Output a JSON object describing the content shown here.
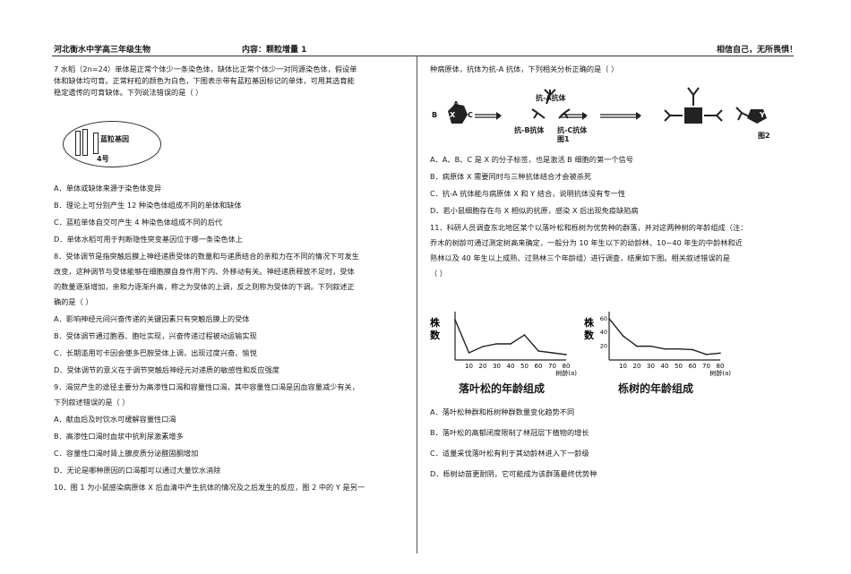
{
  "header": {
    "school": "河北衡水中学高三年级生物",
    "content": "内容：颗粒增量 1",
    "motto": "相信自己，无所畏惧！"
  },
  "left": {
    "q7": {
      "l1": "7  水稻（2n=24）单体是正常个体少一条染色体，缺体比正常个体少一对同源染色体，假设单",
      "l2": "体和缺体均可育。正常籽粒的颜色为白色，下图表示带有蓝粒基因标记的单体，可用其选育能",
      "l3": "稳定遗传的可育缺体。下列说法错误的是（        ）",
      "fig_gene": "蓝粒基因",
      "fig_num": "4号",
      "A": "A．单体或缺体来源于染色体变异",
      "B": "B．理论上可分别产生 12 种染色体组成不同的单体和缺体",
      "C": "C．蓝粒单体自交可产生 4 种染色体组成不同的后代",
      "D": "D．单体水稻可用于判断隐性突变基因位于哪一条染色体上"
    },
    "q8": {
      "l1": "8．受体调节是指突触后膜上神经递质受体的数量和与递质结合的亲和力在不同的情况下可发生",
      "l2": "改变，这种调节与受体能够在细胞膜自身作用下内、外移动有关。神经递质释放不足时，受体",
      "l3": "的数量逐渐增加，亲和力逐渐升高，称之为受体的上调，反之则称为受体的下调。下列叙述正",
      "l4": "确的是（        ）",
      "A": "A．影响神经元间兴奋传递的关键因素只有突触后膜上的受体",
      "B": "B．受体调节通过胞吞、胞吐实现，兴奋传递过程被动运输实现",
      "C": "C．长期滥用可卡因会使多巴胺受体上调，出现过度兴奋、愉悦",
      "D": "D．受体调节的意义在于调节突触后神经元对递质的敏感性和反应强度"
    },
    "q9": {
      "l1": "9．渴觉产生的途径主要分为高渗性口渴和容量性口渴，其中容量性口渴是因血容量减少有关，",
      "l2": "下列叙述错误的是（        ）",
      "A": "A．献血后及时饮水可缓解容量性口渴",
      "B": "B．高渗性口渴时血浆中抗利尿激素增多",
      "C": "C．容量性口渴时肾上腺皮质分泌醛固酮增加",
      "D": "D．无论是哪种原因的口渴都可以通过大量饮水消除"
    },
    "q10": {
      "l1": "10．图 1 为小鼠感染病原体 X 后血清中产生抗体的情况及之后发生的反应，图 2 中的 Y 是另一"
    }
  },
  "right": {
    "q10": {
      "l1": "种病原体，抗体为抗-A 抗体，下列相关分析正确的是（        ）",
      "fig_a": "A",
      "fig_b": "B",
      "fig_c": "C",
      "fig_x": "X",
      "fig_y": "Y",
      "anti_a": "抗-A抗体",
      "anti_b": "抗-B抗体",
      "anti_c": "抗-C抗体",
      "fig1": "图1",
      "fig2": "图2",
      "A": "A．A、B、C 是 X 的分子标签，也是激活 B 细胞的第一个信号",
      "B": "B．病原体 X 需要同时与三种抗体结合才会被杀死",
      "C": "C．抗-A 抗体能与病原体 X 和 Y 结合，说明抗体没有专一性",
      "D": "D．若小鼠细胞存在与 X 相似的抗原，感染 X 后出现免疫缺陷病"
    },
    "q11": {
      "l1": "11．科研人员调查东北地区某个以落叶松和栎树为优势种的群落，并对这两种树的年龄组成（注：",
      "l2": "乔木的树龄可通过测定树高来确定，一般分为 10 年生以下的幼龄林、10~40 年生的中龄林和近",
      "l3": "熟林以及 40 年生以上成熟、过熟林三个年龄组）进行调查，结果如下图。相关叙述错误的是",
      "l4": "（        ）",
      "A": "A．落叶松种群和栎树种群数量变化趋势不同",
      "B": "B．落叶松的高郁闭度限制了林冠层下植物的增长",
      "C": "C．适量采伐落叶松有利于其幼龄林进入下一龄级",
      "D": "D．栎树幼苗更耐阴，它可能成为该群落最终优势种"
    }
  },
  "chart_data": [
    {
      "type": "line",
      "title": "落叶松的年龄组成",
      "ylabel": "株数",
      "xlabel": "树龄(a)",
      "x": [
        0,
        10,
        20,
        30,
        40,
        50,
        60,
        70,
        80
      ],
      "x_ticks": [
        "10",
        "20",
        "30",
        "40",
        "50",
        "60",
        "70",
        "80"
      ],
      "values": [
        45,
        8,
        15,
        18,
        18,
        28,
        10,
        8,
        6
      ],
      "ylim": [
        0,
        50
      ],
      "grid": false
    },
    {
      "type": "line",
      "title": "栎树的年龄组成",
      "ylabel": "株数",
      "xlabel": "树龄(a)",
      "x": [
        0,
        10,
        20,
        30,
        40,
        50,
        60,
        70,
        80
      ],
      "x_ticks": [
        "10",
        "20",
        "30",
        "40",
        "50",
        "60",
        "70",
        "80"
      ],
      "y_ticks": [
        "20",
        "40",
        "60"
      ],
      "values": [
        60,
        35,
        20,
        20,
        16,
        16,
        15,
        8,
        10
      ],
      "ylim": [
        0,
        65
      ],
      "grid": false
    }
  ]
}
